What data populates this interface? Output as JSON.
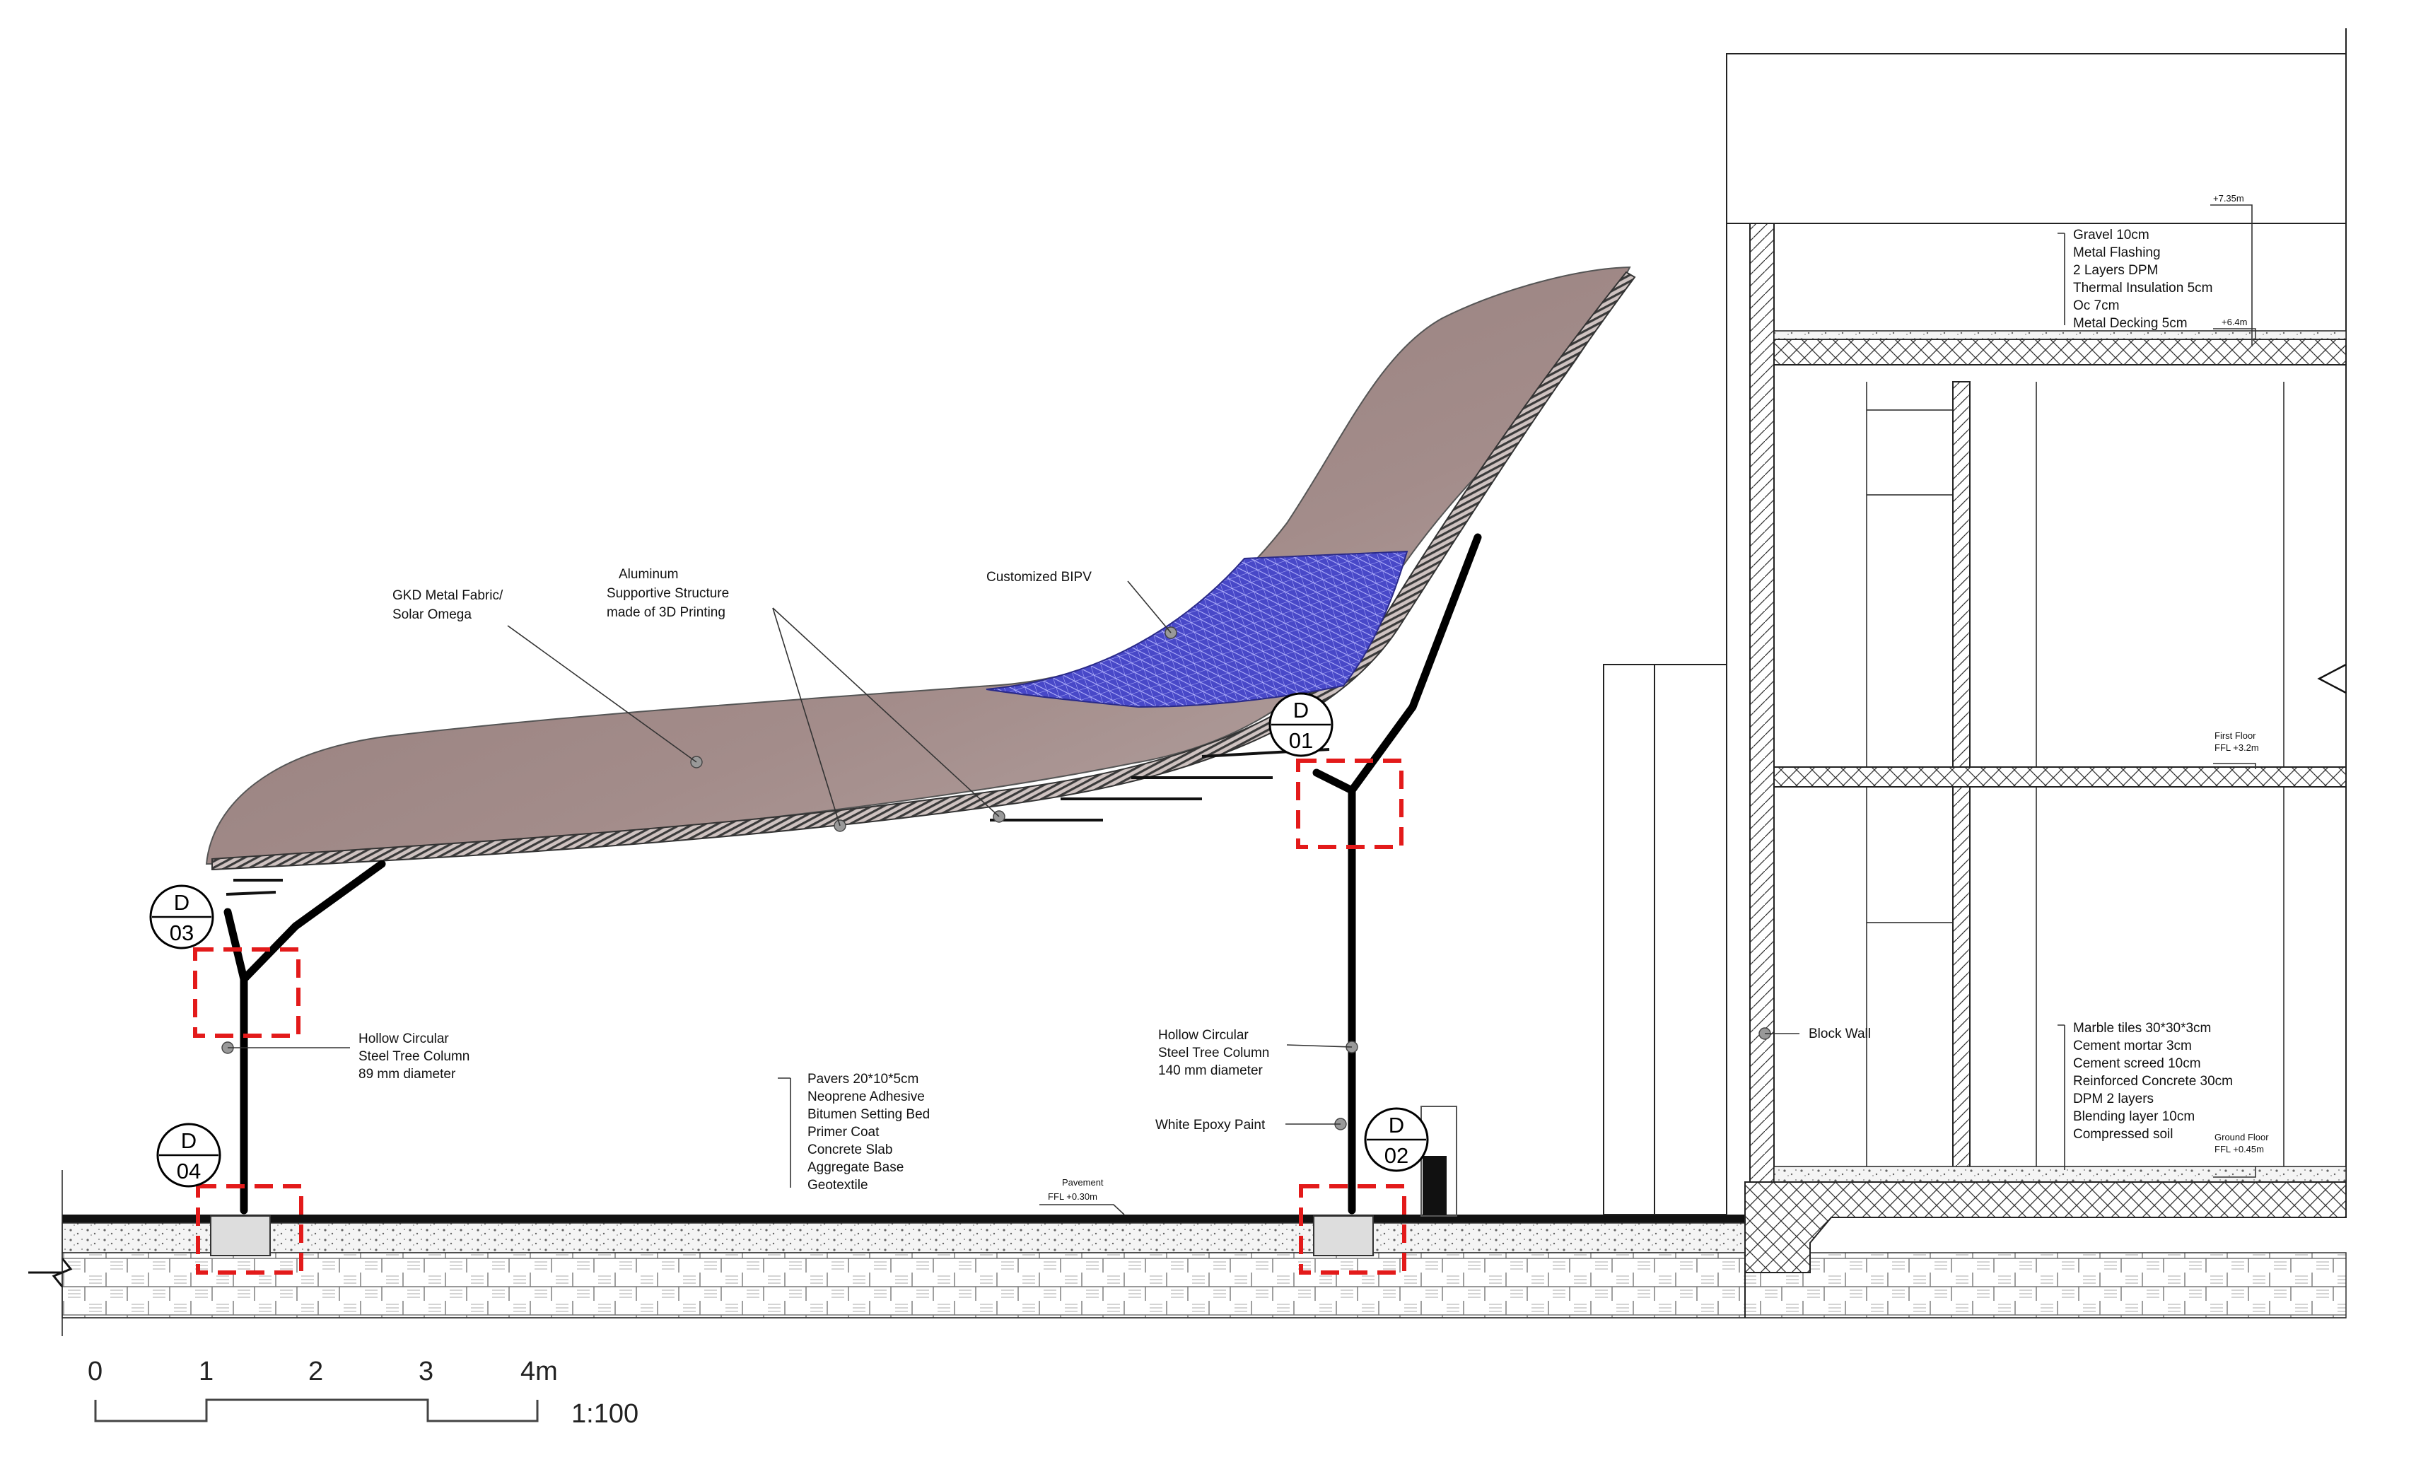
{
  "roof_labels": {
    "fabric": [
      "GKD Metal Fabric/",
      "Solar Omega"
    ],
    "structure": [
      "Aluminum",
      "Supportive Structure",
      "made of 3D Printing"
    ],
    "bipv": "Customized BIPV"
  },
  "columns": {
    "left": [
      "Hollow Circular",
      "Steel Tree Column",
      "89 mm diameter"
    ],
    "right": [
      "Hollow Circular",
      "Steel Tree Column",
      "140 mm diameter"
    ],
    "paint": "White Epoxy Paint"
  },
  "pavement_layers": [
    "Pavers 20*10*5cm",
    "Neoprene Adhesive",
    "Bitumen Setting Bed",
    "Primer Coat",
    "Concrete Slab",
    "Aggregate Base",
    "Geotextile"
  ],
  "pavement_level": [
    "Pavement",
    "FFL +0.30m"
  ],
  "roof_layers": [
    "Gravel 10cm",
    "Metal Flashing",
    "2 Layers DPM",
    "Thermal Insulation  5cm",
    "Oc 7cm",
    "Metal Decking 5cm"
  ],
  "roof_levels": {
    "top": "+7.35m",
    "deck": "+6.4m"
  },
  "first_floor": [
    "First Floor",
    "FFL +3.2m"
  ],
  "ground_layers": [
    "Marble tiles 30*30*3cm",
    "Cement mortar 3cm",
    "Cement screed 10cm",
    "Reinforced Concrete 30cm",
    "DPM 2 layers",
    "Blending layer 10cm",
    "Compressed soil"
  ],
  "ground_floor": [
    "Ground Floor",
    "FFL +0.45m"
  ],
  "block_wall": "Block Wall",
  "detail_tags": [
    {
      "id": "d01",
      "top": "D",
      "bottom": "01"
    },
    {
      "id": "d02",
      "top": "D",
      "bottom": "02"
    },
    {
      "id": "d03",
      "top": "D",
      "bottom": "03"
    },
    {
      "id": "d04",
      "top": "D",
      "bottom": "04"
    }
  ],
  "scale_bar": {
    "ticks": [
      "0",
      "1",
      "2",
      "3",
      "4m"
    ],
    "ratio": "1:100"
  },
  "colors": {
    "membrane": "#9b8482",
    "bipv": "#4848c8",
    "detail_marker": "#e31a1a"
  }
}
